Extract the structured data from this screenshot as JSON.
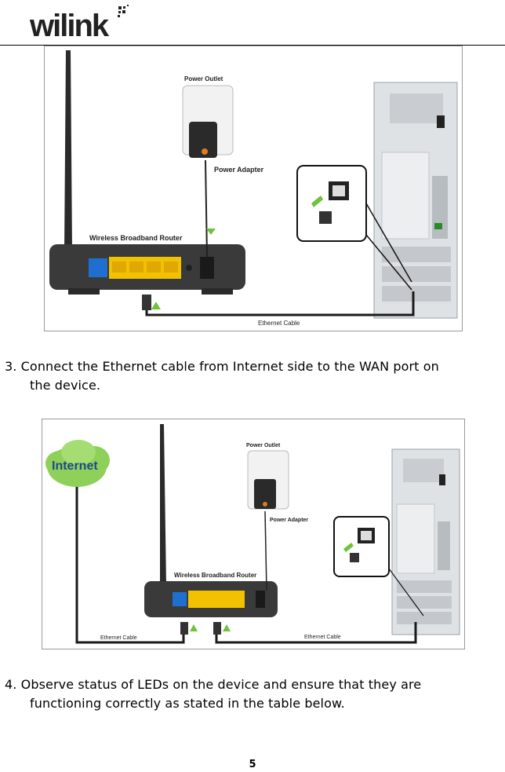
{
  "header": {
    "logo_text": "wilink"
  },
  "figure1": {
    "power_outlet": "Power Outlet",
    "power_adapter": "Power Adapter",
    "router": "Wireless Broadband Router",
    "ethernet_cable": "Ethernet Cable"
  },
  "step3": {
    "number": "3.",
    "line1": "Connect the Ethernet cable from Internet side to the WAN port on",
    "line2": "the device."
  },
  "figure2": {
    "internet": "Internet",
    "power_outlet": "Power Outlet",
    "power_adapter": "Power Adapter",
    "router": "Wireless Broadband Router",
    "ethernet_cable_left": "Ethernet Cable",
    "ethernet_cable_right": "Ethernet Cable"
  },
  "step4": {
    "number": "4.",
    "line1": "Observe status of LEDs on the device and ensure that they are",
    "line2": "functioning correctly as stated in the table below."
  },
  "footer": {
    "page_number": "5"
  },
  "colors": {
    "port_yellow": "#f2c200",
    "wan_blue": "#1e6fd0",
    "arrow_green": "#6fc23a",
    "router_body": "#3a3a3a"
  }
}
